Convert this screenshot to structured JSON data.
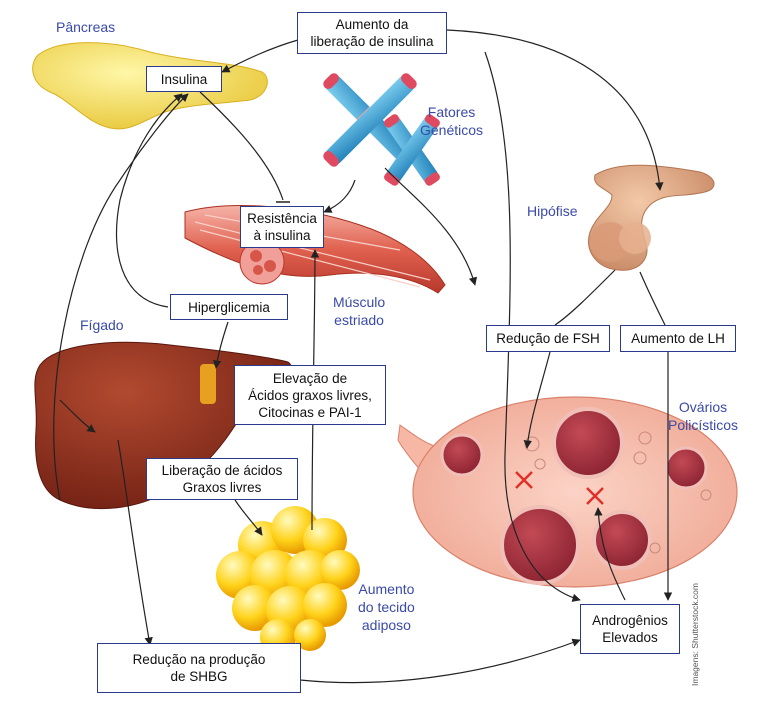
{
  "labels": {
    "pancreas": "Pâncreas",
    "genetic": [
      "Fatores",
      "Genéticos"
    ],
    "pituitary": "Hipófise",
    "liver": "Fígado",
    "muscle": [
      "Músculo",
      "estriado"
    ],
    "adipose": [
      "Aumento",
      "do tecido",
      "adiposo"
    ],
    "ovaries": [
      "Ovários",
      "Policísticos"
    ]
  },
  "boxes": {
    "insulin": "Insulina",
    "insulin_release": [
      "Aumento da",
      "liberação de insulina"
    ],
    "insulin_resistance": [
      "Resistência",
      "à insulina"
    ],
    "hyperglycemia": "Hiperglicemia",
    "fatty_acids_elevation": [
      "Elevação de",
      "Ácidos graxos livres,",
      "Citocinas e PAI-1"
    ],
    "fatty_acids_release": [
      "Liberação de ácidos",
      "Graxos livres"
    ],
    "fsh_reduction": "Redução de FSH",
    "lh_increase": "Aumento de LH",
    "androgens": [
      "Androgênios",
      "Elevados"
    ],
    "shbg": [
      "Redução na produção",
      "de SHBG"
    ]
  },
  "credit": "Imagens: Shutterstock.com",
  "colors": {
    "box_border": "#2b3a8a",
    "label_text": "#3a4aa8",
    "arrow": "#222222",
    "cross": "#e0302a"
  }
}
